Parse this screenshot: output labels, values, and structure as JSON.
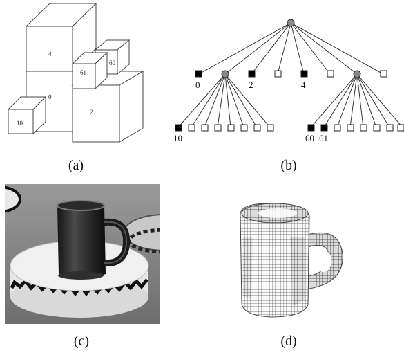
{
  "panels": {
    "a": {
      "caption": "(a)",
      "labels": {
        "cube_4": "4",
        "cube_0": "0",
        "cube_2": "2",
        "cube_60": "60",
        "cube_61": "61",
        "cube_10": "10"
      }
    },
    "b": {
      "caption": "(b)",
      "labels": {
        "node_0": "0",
        "node_2": "2",
        "node_4": "4",
        "node_10": "10",
        "node_60": "60",
        "node_61": "61"
      }
    },
    "c": {
      "caption": "(c)"
    },
    "d": {
      "caption": "(d)"
    }
  }
}
